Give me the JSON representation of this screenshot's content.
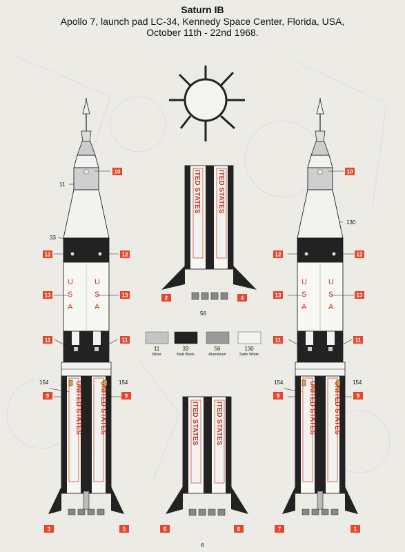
{
  "header": {
    "title": "Saturn IB",
    "line1": "Apollo 7, launch pad LC-34, Kennedy Space Center, Florida, USA,",
    "line2": "October 11th - 22nd 1968."
  },
  "callouts": {
    "n11": "11",
    "n33": "33",
    "n130": "130",
    "n56": "56",
    "n154": "154"
  },
  "decals": {
    "d1": "1",
    "d2": "2",
    "d3": "3",
    "d4": "4",
    "d5": "5",
    "d6": "6",
    "d7": "7",
    "d8": "8",
    "d9": "9",
    "d10": "10",
    "d11": "11",
    "d12": "12",
    "d13": "13"
  },
  "markings": {
    "usa_u": "U",
    "usa_s": "S",
    "usa_a": "A",
    "united_states": "UNITED STATES",
    "ited_states": "ITED STATES"
  },
  "paint_legend": [
    {
      "code": "11",
      "name": "Silver",
      "color": "#c4c4c4"
    },
    {
      "code": "33",
      "name": "Matt Black",
      "color": "#222222"
    },
    {
      "code": "56",
      "name": "Aluminium",
      "color": "#9a9a9a"
    },
    {
      "code": "130",
      "name": "Satin White",
      "color": "#f2f2ef"
    }
  ],
  "page_number": "6"
}
